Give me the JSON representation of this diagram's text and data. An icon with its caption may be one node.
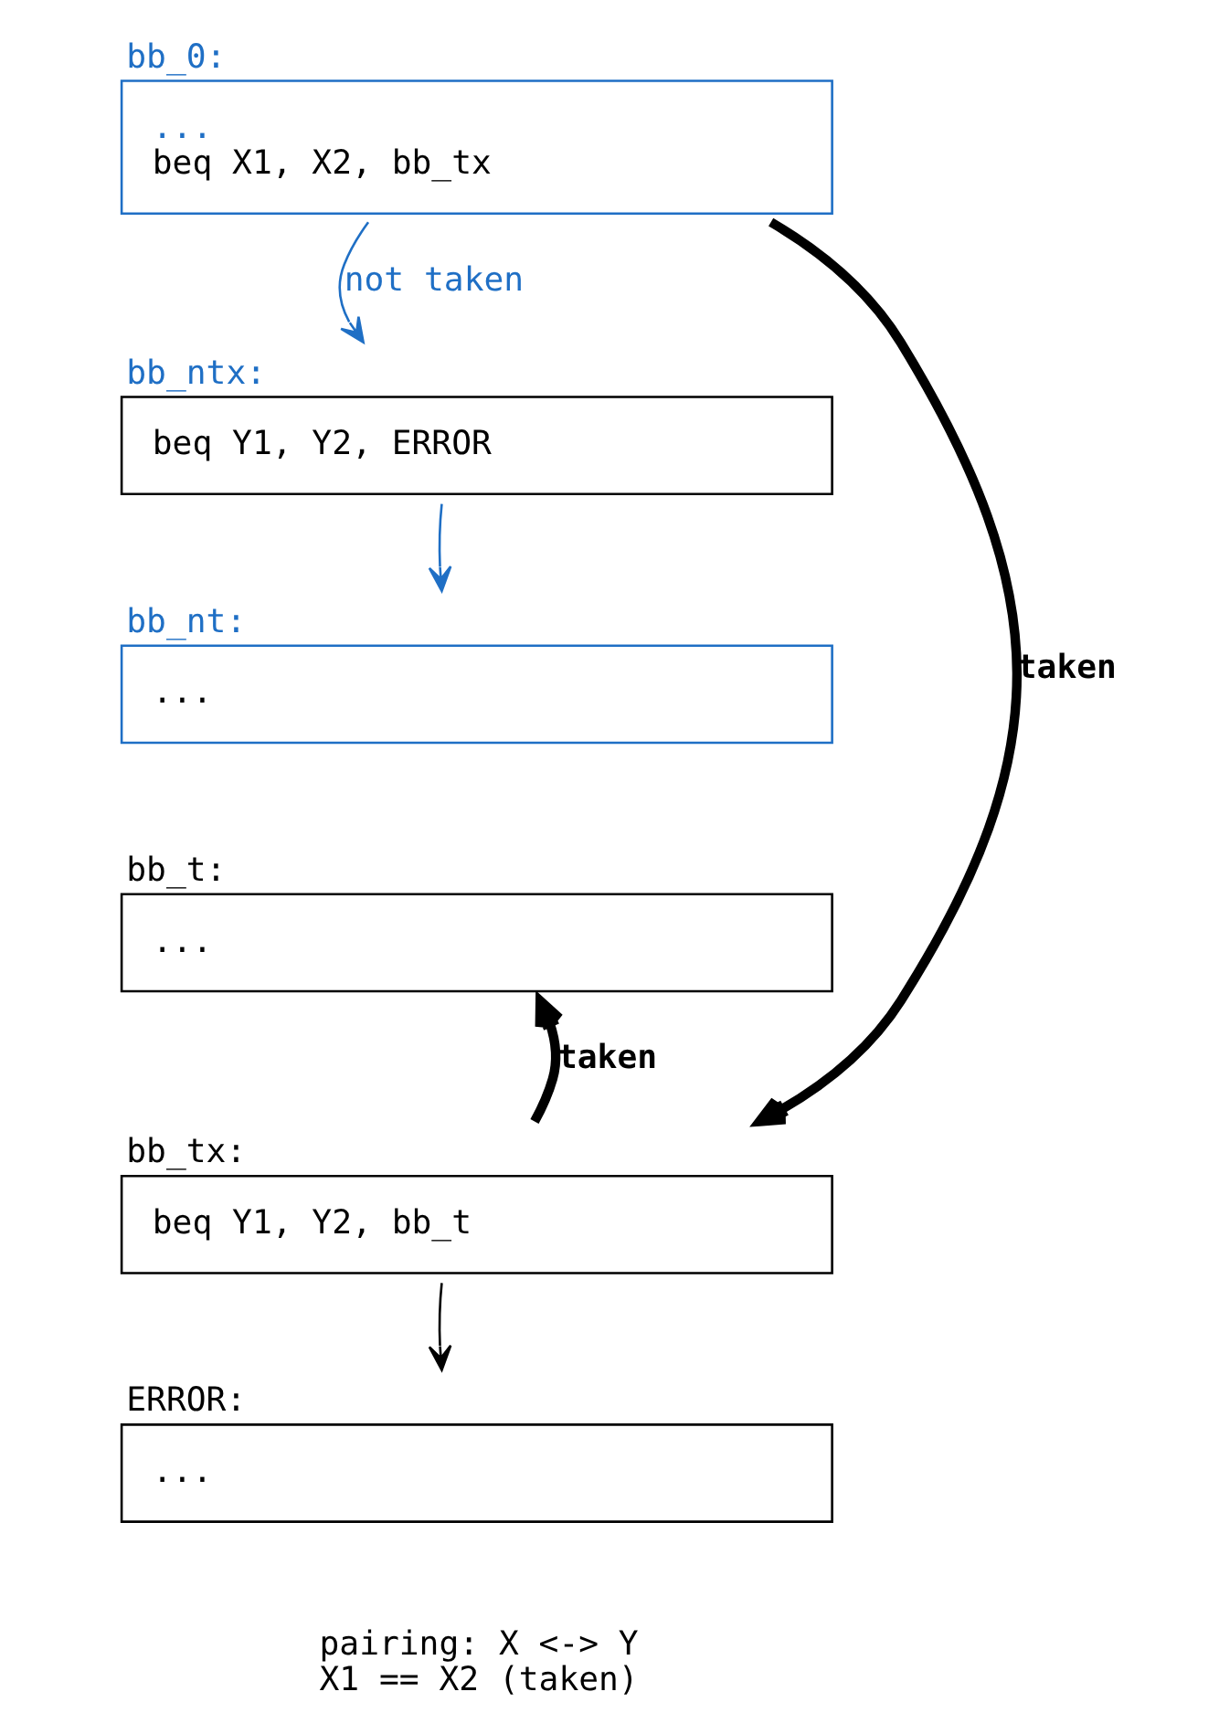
{
  "diagram": {
    "nodes": [
      {
        "text": [
          "bb_0:",
          "...",
          "beq X1, X2, bb_tx"
        ]
      },
      {
        "text": [
          "bb_ntx:",
          "beq Y1, Y2, ERROR"
        ]
      },
      {
        "text": [
          "bb_nt:",
          "..."
        ]
      },
      {
        "text": [
          "bb_t:",
          "..."
        ]
      },
      {
        "text": [
          "bb_tx:",
          "beq Y1, Y2, bb_t"
        ]
      },
      {
        "text": [
          "ERROR:",
          "..."
        ]
      }
    ],
    "edges": [
      {
        "from": 0,
        "to": 1,
        "arrow": "to",
        "label": "not taken",
        "color": "#1f6fc5"
      },
      {
        "from": 1,
        "to": 2,
        "arrow": "to",
        "color": "#1f6fc5"
      },
      {
        "from": 0,
        "to": 4,
        "arrow": "to",
        "label": "taken",
        "style": "thick"
      },
      {
        "from": 4,
        "to": 3,
        "arrow": "to",
        "label": "taken",
        "style": "thick"
      },
      {
        "from": 4,
        "to": 5,
        "arrow": "to"
      }
    ],
    "labels": [
      "pairing: X <-> Y",
      "X1 == X2 (taken)"
    ]
  }
}
